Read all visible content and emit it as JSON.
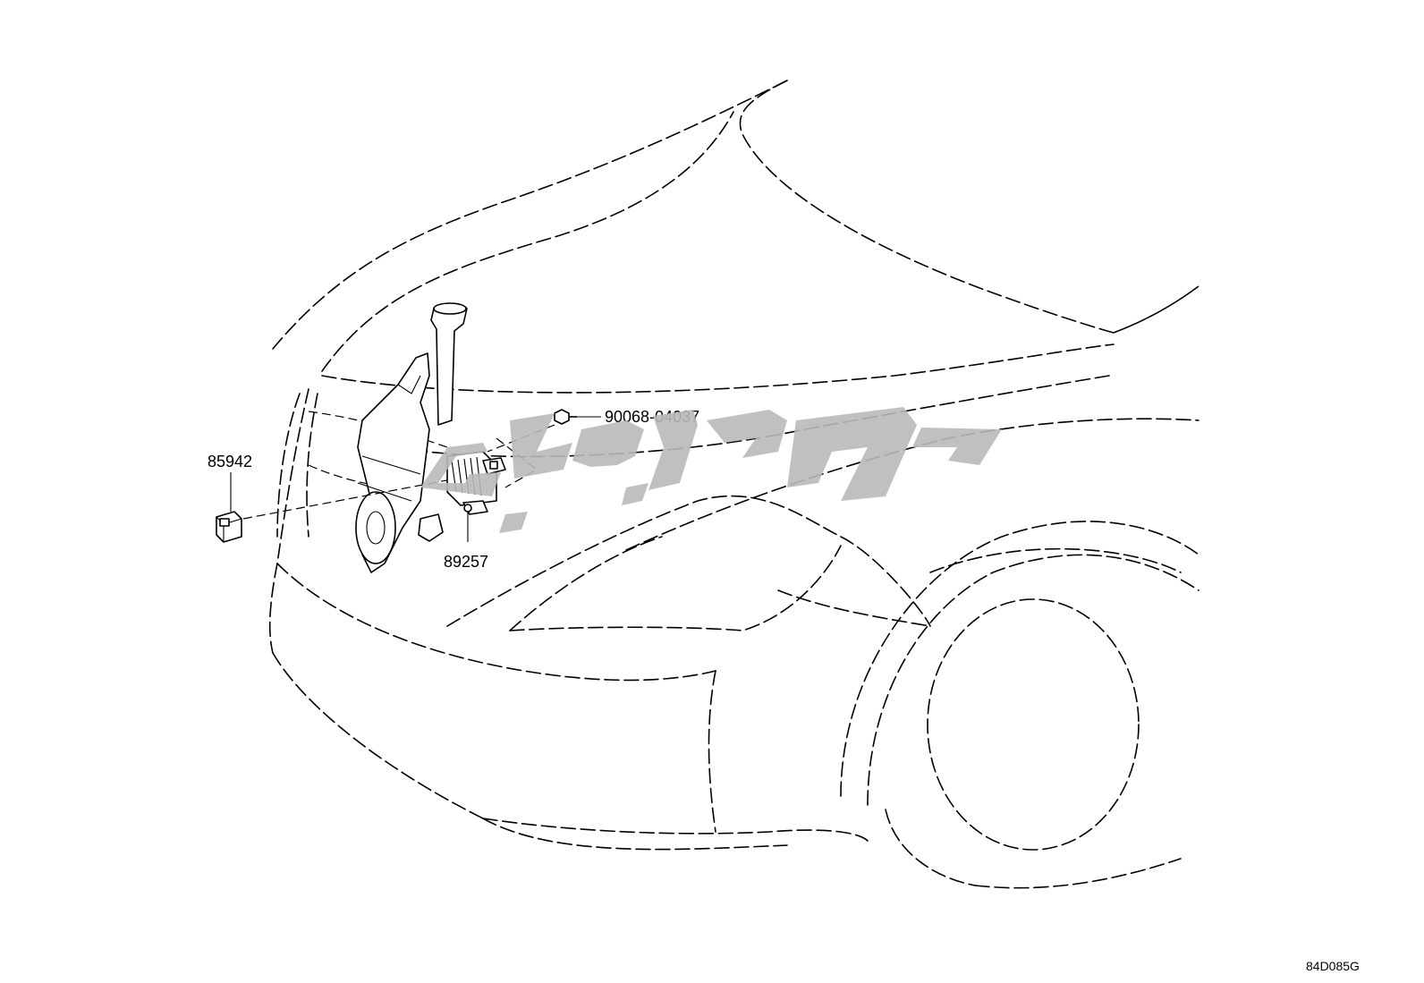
{
  "parts": [
    {
      "id": "part-85942",
      "number": "85942"
    },
    {
      "id": "part-90068",
      "number": "90068-04037"
    },
    {
      "id": "part-89257",
      "number": "89257"
    }
  ],
  "diagram_code": "84D085G",
  "watermark_color": "#b9b9b9"
}
